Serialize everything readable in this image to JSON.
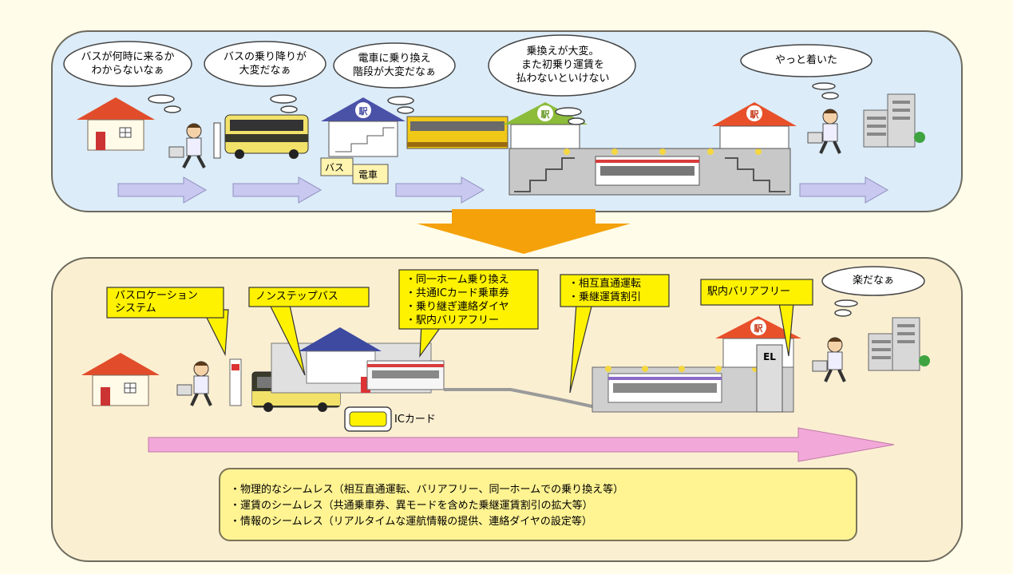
{
  "top_thoughts": [
    "バスが何時に来るか\nわからないなぁ",
    "バスの乗り降りが\n大変だなぁ",
    "電車に乗り換え\n階段が大変だなぁ",
    "乗換えが大変。\nまた初乗り運賃を\n払わないといけない",
    "やっと着いた"
  ],
  "bottom_thought": "楽だなぁ",
  "sign_labels": [
    "バス",
    "電車"
  ],
  "station_label": "駅",
  "el_label": "EL",
  "ic_card_label": "ICカード",
  "callouts": {
    "bus_location": "バスロケーション\nシステム",
    "nonstep_bus": "ノンステップバス",
    "transfer_features": "・同一ホーム乗り換え\n・共通ICカード乗車券\n・乗り継ぎ連絡ダイヤ\n・駅内バリアフリー",
    "through_service": "・相互直通運転\n・乗継運賃割引",
    "station_barrierfree": "駅内バリアフリー"
  },
  "summary": [
    "・物理的なシームレス（相互直通運転、バリアフリー、同一ホームでの乗り換え等）",
    "・運賃のシームレス（共通乗車券、異モードを含めた乗継運賃割引の拡大等）",
    "・情報のシームレス（リアルタイムな運航情報の提供、連絡ダイヤの設定等）"
  ],
  "colors": {
    "top_panel": "#dcecf8",
    "bottom_panel": "#fbefd2",
    "callout_yellow": "#fff200",
    "summary_yellow": "#fff392",
    "big_arrow": "#f4a10a",
    "flow_arrow_top": "#c8c8f0",
    "flow_arrow_bottom": "#f2a8d8",
    "station_roof_red": "#e8502a",
    "station_roof_blue": "#4a52a8",
    "station_roof_green": "#8cbc3a"
  }
}
